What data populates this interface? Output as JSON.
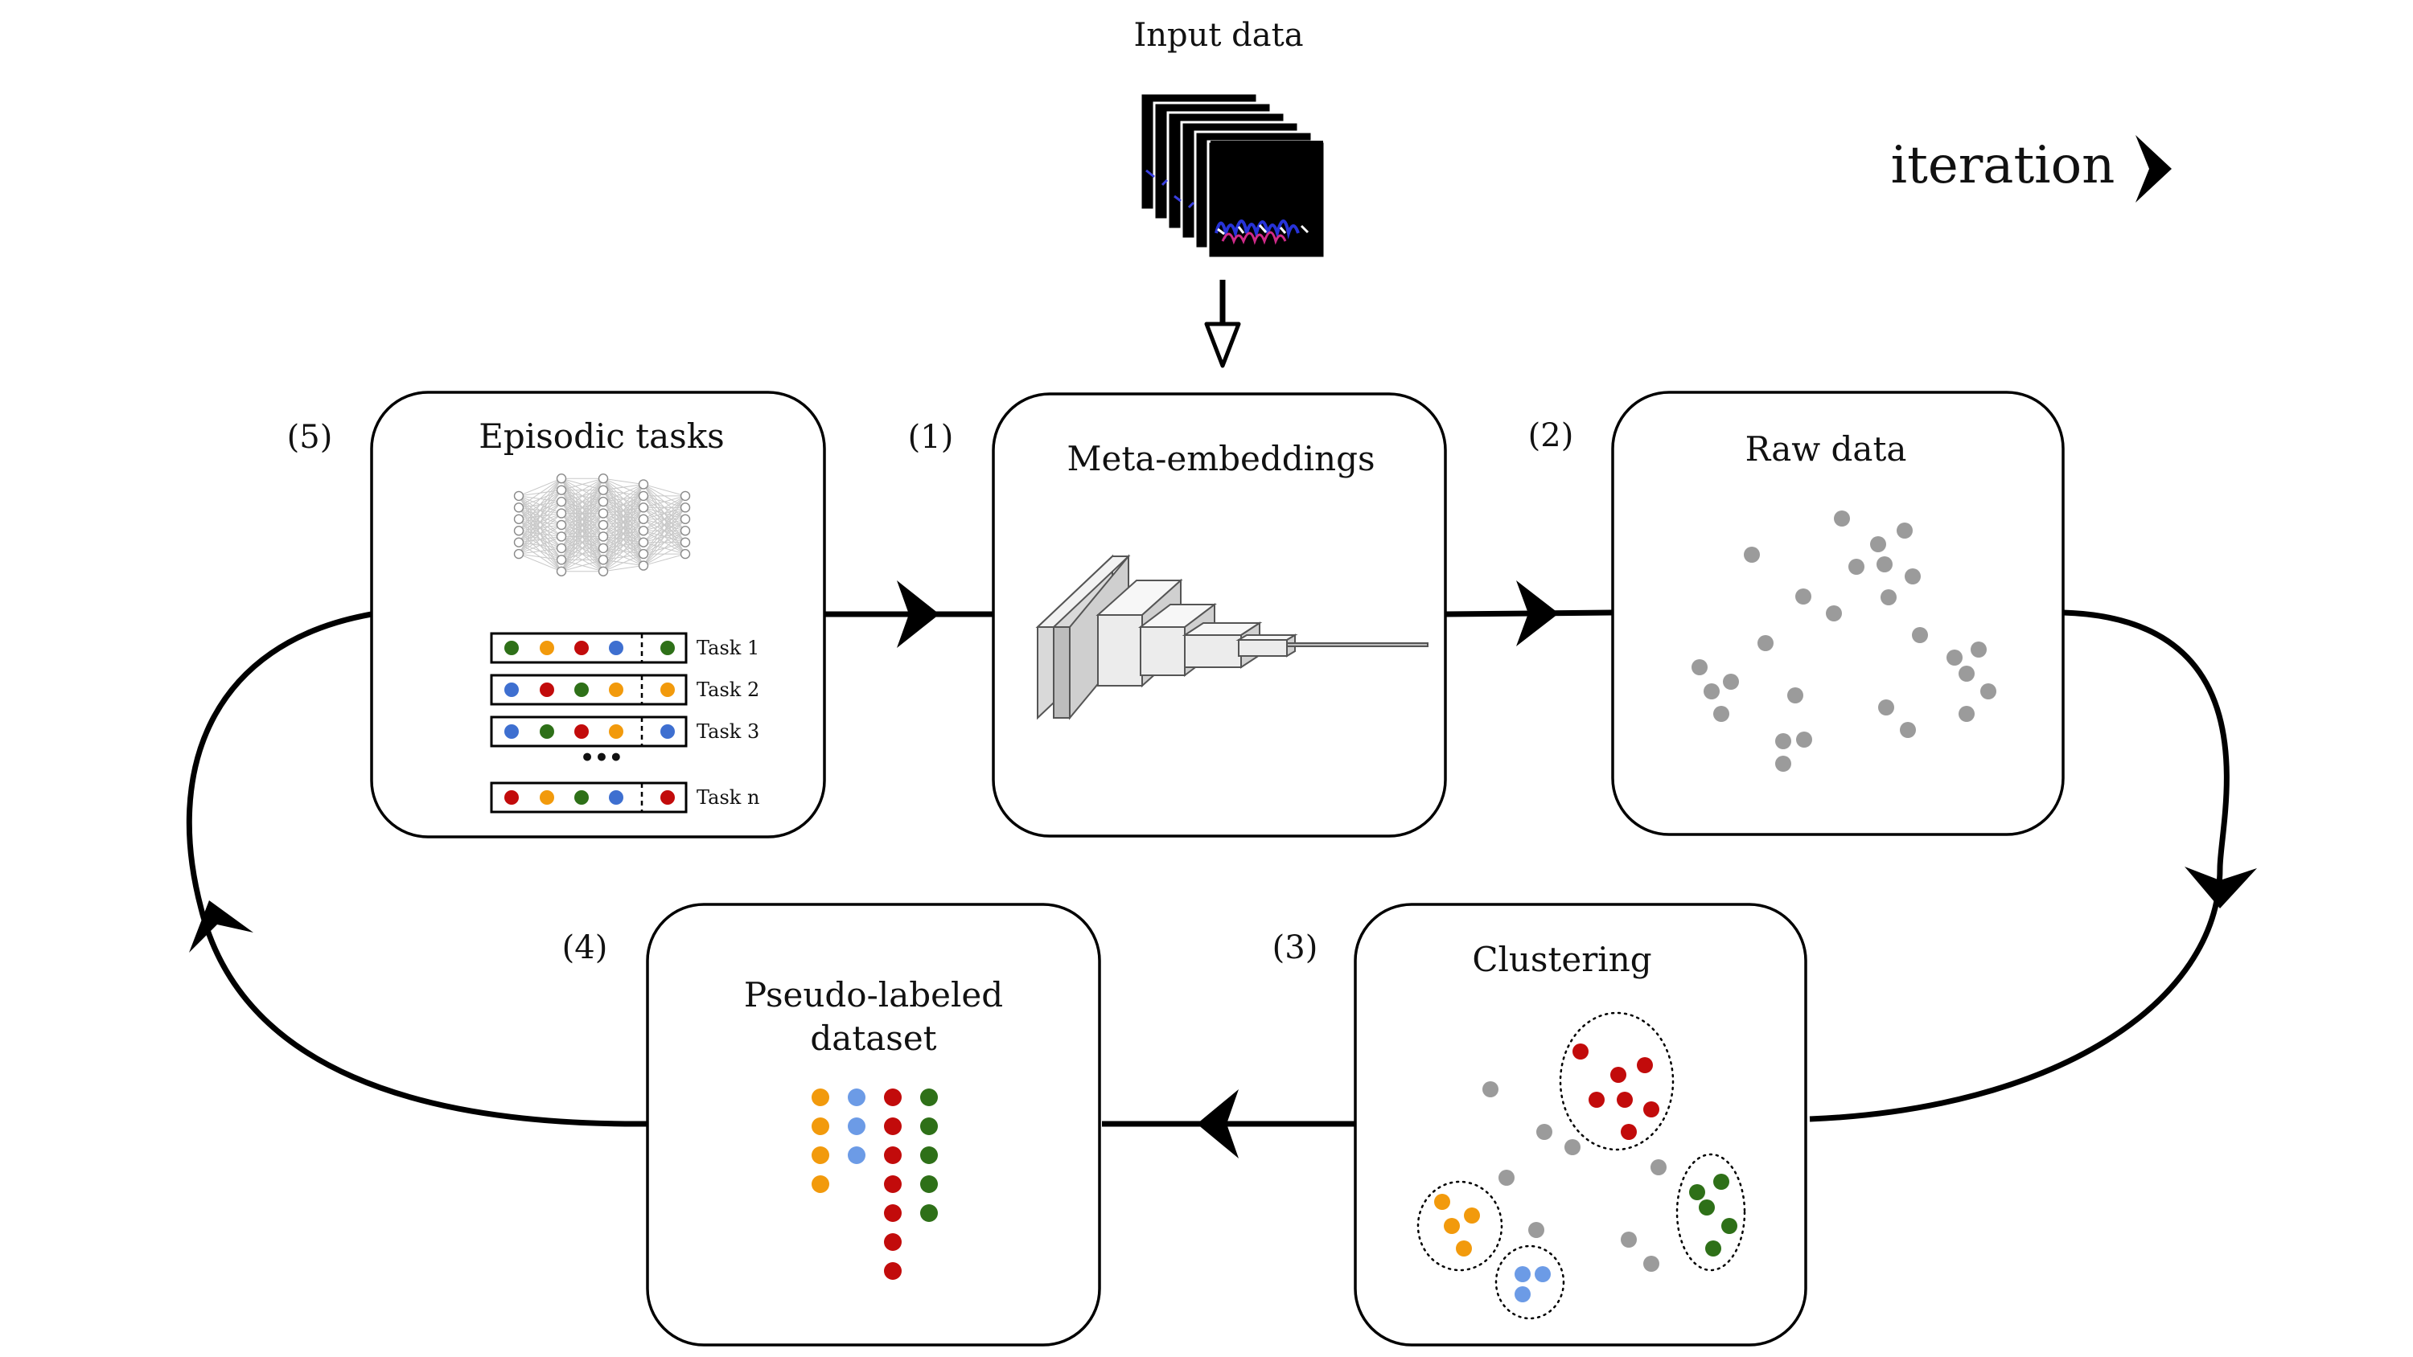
{
  "top": {
    "input_label": "Input data",
    "iteration_label": "iteration"
  },
  "steps": {
    "s1": "(1)",
    "s2": "(2)",
    "s3": "(3)",
    "s4": "(4)",
    "s5": "(5)"
  },
  "boxes": {
    "episodic": {
      "title": "Episodic tasks",
      "tasks": [
        {
          "label": "Task 1",
          "colors": [
            "green",
            "orange",
            "red",
            "blue",
            "green"
          ]
        },
        {
          "label": "Task 2",
          "colors": [
            "blue",
            "red",
            "green",
            "orange",
            "orange"
          ]
        },
        {
          "label": "Task 3",
          "colors": [
            "blue",
            "green",
            "red",
            "orange",
            "blue"
          ]
        },
        {
          "label": "Task n",
          "colors": [
            "red",
            "orange",
            "green",
            "blue",
            "red"
          ]
        }
      ],
      "ellipsis": "•••"
    },
    "meta": {
      "title": "Meta-embeddings"
    },
    "raw": {
      "title": "Raw data"
    },
    "clustering": {
      "title": "Clustering"
    },
    "pseudo": {
      "title_line1": "Pseudo-labeled",
      "title_line2": "dataset"
    }
  },
  "colors": {
    "green": "#2e7018",
    "orange": "#f29a0c",
    "red": "#c20b0b",
    "blue": "#3e6fd0",
    "light_blue": "#6c9be6",
    "gray": "#9b9b9b"
  },
  "pseudo_columns": [
    {
      "color": "orange",
      "count": 4
    },
    {
      "color": "light_blue",
      "count": 3
    },
    {
      "color": "red",
      "count": 7
    },
    {
      "color": "green",
      "count": 5
    }
  ]
}
